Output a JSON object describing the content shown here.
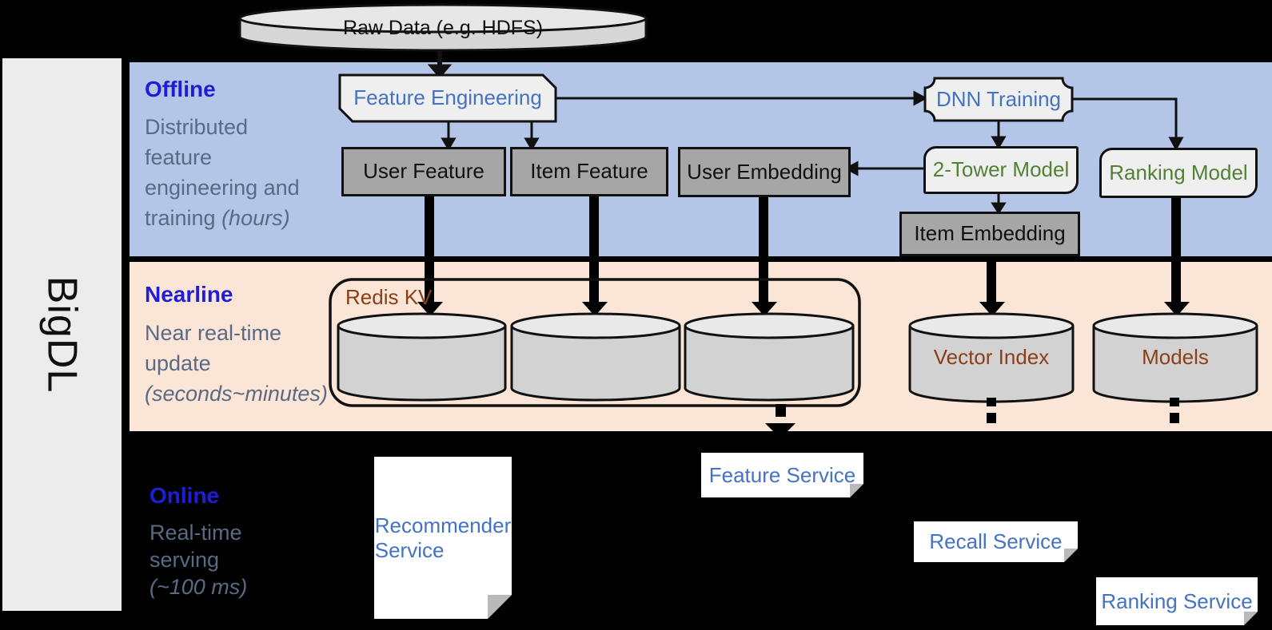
{
  "brand": "BigDL",
  "raw_data_label": "Raw Data (e.g. HDFS)",
  "sections": {
    "offline": {
      "title": "Offline",
      "lines": [
        [
          {
            "t": "Distributed"
          }
        ],
        [
          {
            "t": "feature"
          }
        ],
        [
          {
            "t": "engineering and"
          }
        ],
        [
          {
            "t": "training "
          },
          {
            "t": "(hours)",
            "i": true
          }
        ]
      ]
    },
    "nearline": {
      "title": "Nearline",
      "lines": [
        [
          {
            "t": "Near real-time"
          }
        ],
        [
          {
            "t": "update"
          }
        ],
        [
          {
            "t": "(seconds~minutes)",
            "i": true
          }
        ]
      ]
    },
    "online": {
      "title": "Online",
      "lines": [
        [
          {
            "t": "Real-time"
          }
        ],
        [
          {
            "t": "serving"
          }
        ],
        [
          {
            "t": "(~100 ms)",
            "i": true
          }
        ]
      ]
    }
  },
  "nodes": {
    "feature_engineering": "Feature Engineering",
    "dnn_training": "DNN Training",
    "user_feature": "User Feature",
    "item_feature": "Item Feature",
    "user_embedding": "User Embedding",
    "two_tower_model": "2-Tower Model",
    "ranking_model": "Ranking Model",
    "item_embedding": "Item Embedding",
    "redis_kv": "Redis KV",
    "vector_index": "Vector Index",
    "models": "Models",
    "recommender_service": "Recommender Service",
    "feature_service": "Feature Service",
    "recall_service": "Recall Service",
    "ranking_service": "Ranking Service"
  },
  "colors": {
    "offline_band": "#b3c6e7",
    "nearline_band": "#fbe5d6",
    "background": "#000000",
    "dark_node_fill": "#a6a6a6",
    "light_node_fill": "#efefef",
    "cylinder_fill": "#d2d2d2",
    "service_box_fill": "#ffffff",
    "blue_node_text": "#4472c4",
    "green_node_text": "#538135",
    "rust_node_text": "#8c3f17",
    "section_title_blue": "#1e1ed8",
    "section_desc_slate": "#5a6a85",
    "sidebar_fill": "#ececec"
  }
}
